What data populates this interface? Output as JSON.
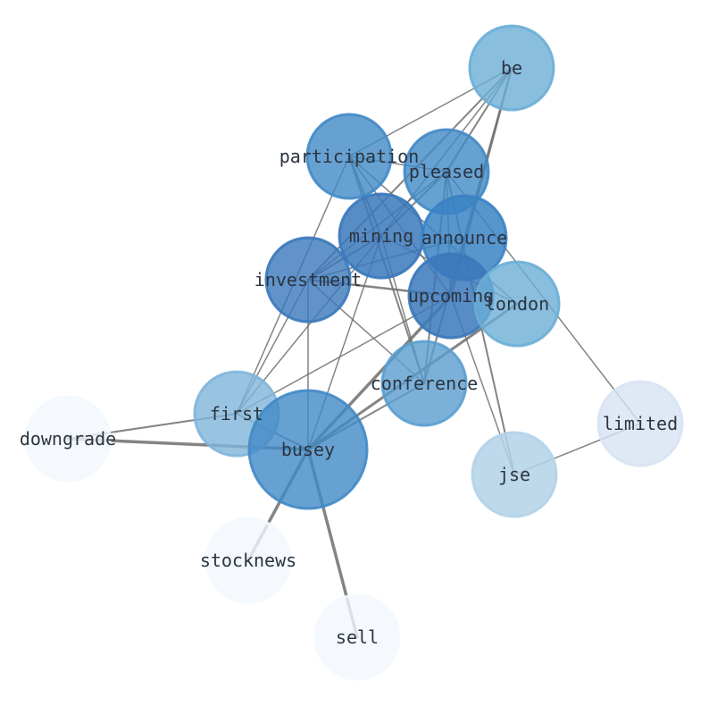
{
  "graph": {
    "nodes": [
      {
        "id": "be",
        "label": "be",
        "color": "#6baed6",
        "opacity": 0.8
      },
      {
        "id": "participation",
        "label": "participation",
        "color": "#4189c7",
        "opacity": 0.8
      },
      {
        "id": "pleased",
        "label": "pleased",
        "color": "#4189c7",
        "opacity": 0.8
      },
      {
        "id": "mining",
        "label": "mining",
        "color": "#3a78bb",
        "opacity": 0.85
      },
      {
        "id": "announce",
        "label": "announce",
        "color": "#3a82c4",
        "opacity": 0.85
      },
      {
        "id": "investment",
        "label": "investment",
        "color": "#3a78bb",
        "opacity": 0.8
      },
      {
        "id": "upcoming",
        "label": "upcoming",
        "color": "#3a78bb",
        "opacity": 0.85
      },
      {
        "id": "london",
        "label": "london",
        "color": "#6baed6",
        "opacity": 0.8
      },
      {
        "id": "conference",
        "label": "conference",
        "color": "#5a9ed0",
        "opacity": 0.8
      },
      {
        "id": "first",
        "label": "first",
        "color": "#7fb5da",
        "opacity": 0.8
      },
      {
        "id": "busey",
        "label": "busey",
        "color": "#4189c7",
        "opacity": 0.8
      },
      {
        "id": "downgrade",
        "label": "downgrade",
        "color": "#f3f8fd",
        "opacity": 0.8
      },
      {
        "id": "limited",
        "label": "limited",
        "color": "#d6e4f3",
        "opacity": 0.8
      },
      {
        "id": "jse",
        "label": "jse",
        "color": "#b3d2e9",
        "opacity": 0.85
      },
      {
        "id": "stocknews",
        "label": "stocknews",
        "color": "#f3f8fd",
        "opacity": 0.8
      },
      {
        "id": "sell",
        "label": "sell",
        "color": "#f3f8fd",
        "opacity": 0.8
      }
    ],
    "edges": [
      {
        "source": "busey",
        "target": "downgrade",
        "weight": 3.5
      },
      {
        "source": "busey",
        "target": "stocknews",
        "weight": 3.5
      },
      {
        "source": "busey",
        "target": "sell",
        "weight": 3.5
      },
      {
        "source": "busey",
        "target": "upcoming",
        "weight": 3.5
      },
      {
        "source": "busey",
        "target": "london",
        "weight": 3
      },
      {
        "source": "busey",
        "target": "conference",
        "weight": 2
      },
      {
        "source": "busey",
        "target": "investment",
        "weight": 1.5
      },
      {
        "source": "busey",
        "target": "mining",
        "weight": 1.5
      },
      {
        "source": "busey",
        "target": "first",
        "weight": 2
      },
      {
        "source": "be",
        "target": "participation",
        "weight": 1.5
      },
      {
        "source": "be",
        "target": "pleased",
        "weight": 2
      },
      {
        "source": "be",
        "target": "announce",
        "weight": 2
      },
      {
        "source": "be",
        "target": "investment",
        "weight": 2
      },
      {
        "source": "be",
        "target": "upcoming",
        "weight": 2.5
      },
      {
        "source": "be",
        "target": "mining",
        "weight": 1.5
      },
      {
        "source": "participation",
        "target": "pleased",
        "weight": 1.5
      },
      {
        "source": "participation",
        "target": "london",
        "weight": 1.5
      },
      {
        "source": "participation",
        "target": "upcoming",
        "weight": 1.5
      },
      {
        "source": "participation",
        "target": "conference",
        "weight": 2
      },
      {
        "source": "participation",
        "target": "first",
        "weight": 1.5
      },
      {
        "source": "participation",
        "target": "mining",
        "weight": 2
      },
      {
        "source": "pleased",
        "target": "investment",
        "weight": 1.5
      },
      {
        "source": "pleased",
        "target": "jse",
        "weight": 2
      },
      {
        "source": "pleased",
        "target": "limited",
        "weight": 1.5
      },
      {
        "source": "pleased",
        "target": "conference",
        "weight": 2
      },
      {
        "source": "pleased",
        "target": "upcoming",
        "weight": 1.5
      },
      {
        "source": "pleased",
        "target": "mining",
        "weight": 2
      },
      {
        "source": "mining",
        "target": "investment",
        "weight": 2
      },
      {
        "source": "mining",
        "target": "conference",
        "weight": 1.5
      },
      {
        "source": "mining",
        "target": "london",
        "weight": 1.5
      },
      {
        "source": "mining",
        "target": "first",
        "weight": 1.5
      },
      {
        "source": "announce",
        "target": "investment",
        "weight": 1.5
      },
      {
        "source": "announce",
        "target": "conference",
        "weight": 2
      },
      {
        "source": "investment",
        "target": "upcoming",
        "weight": 2.5
      },
      {
        "source": "investment",
        "target": "first",
        "weight": 1.5
      },
      {
        "source": "investment",
        "target": "conference",
        "weight": 1.5
      },
      {
        "source": "upcoming",
        "target": "first",
        "weight": 1.5
      },
      {
        "source": "upcoming",
        "target": "jse",
        "weight": 1.5
      },
      {
        "source": "jse",
        "target": "limited",
        "weight": 1.5
      },
      {
        "source": "first",
        "target": "downgrade",
        "weight": 2
      }
    ]
  }
}
